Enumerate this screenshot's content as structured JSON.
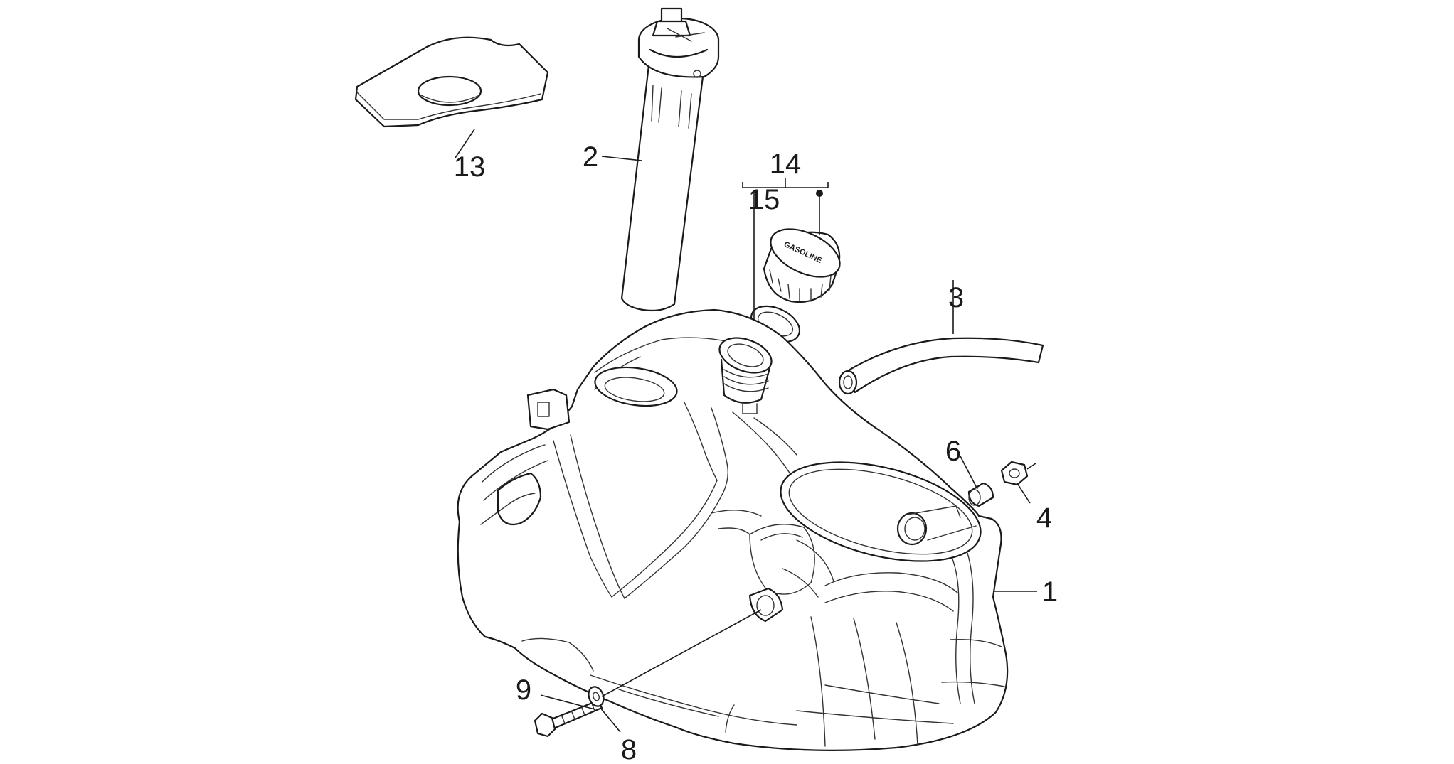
{
  "callouts": {
    "c1": "1",
    "c2": "2",
    "c3": "3",
    "c4": "4",
    "c6": "6",
    "c8": "8",
    "c9": "9",
    "c13": "13",
    "c14": "14",
    "c15": "15"
  },
  "cap_lettering": "GASOLINE"
}
